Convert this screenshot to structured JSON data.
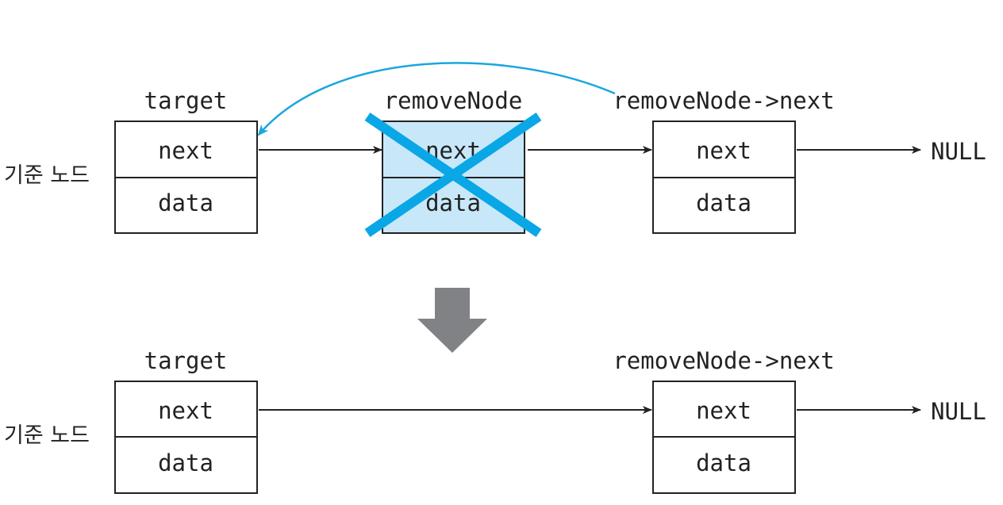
{
  "colors": {
    "removed_fill": "#c8e8fa",
    "cross": "#0aa7e6",
    "curve": "#1aa6de",
    "big_arrow": "#808285",
    "ink": "#222222"
  },
  "before": {
    "reference_label": "기준 노드",
    "target": {
      "title": "target",
      "next": "next",
      "data": "data"
    },
    "remove_node": {
      "title": "removeNode",
      "next": "next",
      "data": "data",
      "status": "crossed-out"
    },
    "next_node": {
      "title": "removeNode->next",
      "next": "next",
      "data": "data"
    },
    "null_label": "NULL"
  },
  "transition_icon": "down-arrow-icon",
  "after": {
    "reference_label": "기준 노드",
    "target": {
      "title": "target",
      "next": "next",
      "data": "data"
    },
    "next_node": {
      "title": "removeNode->next",
      "next": "next",
      "data": "data"
    },
    "null_label": "NULL"
  }
}
